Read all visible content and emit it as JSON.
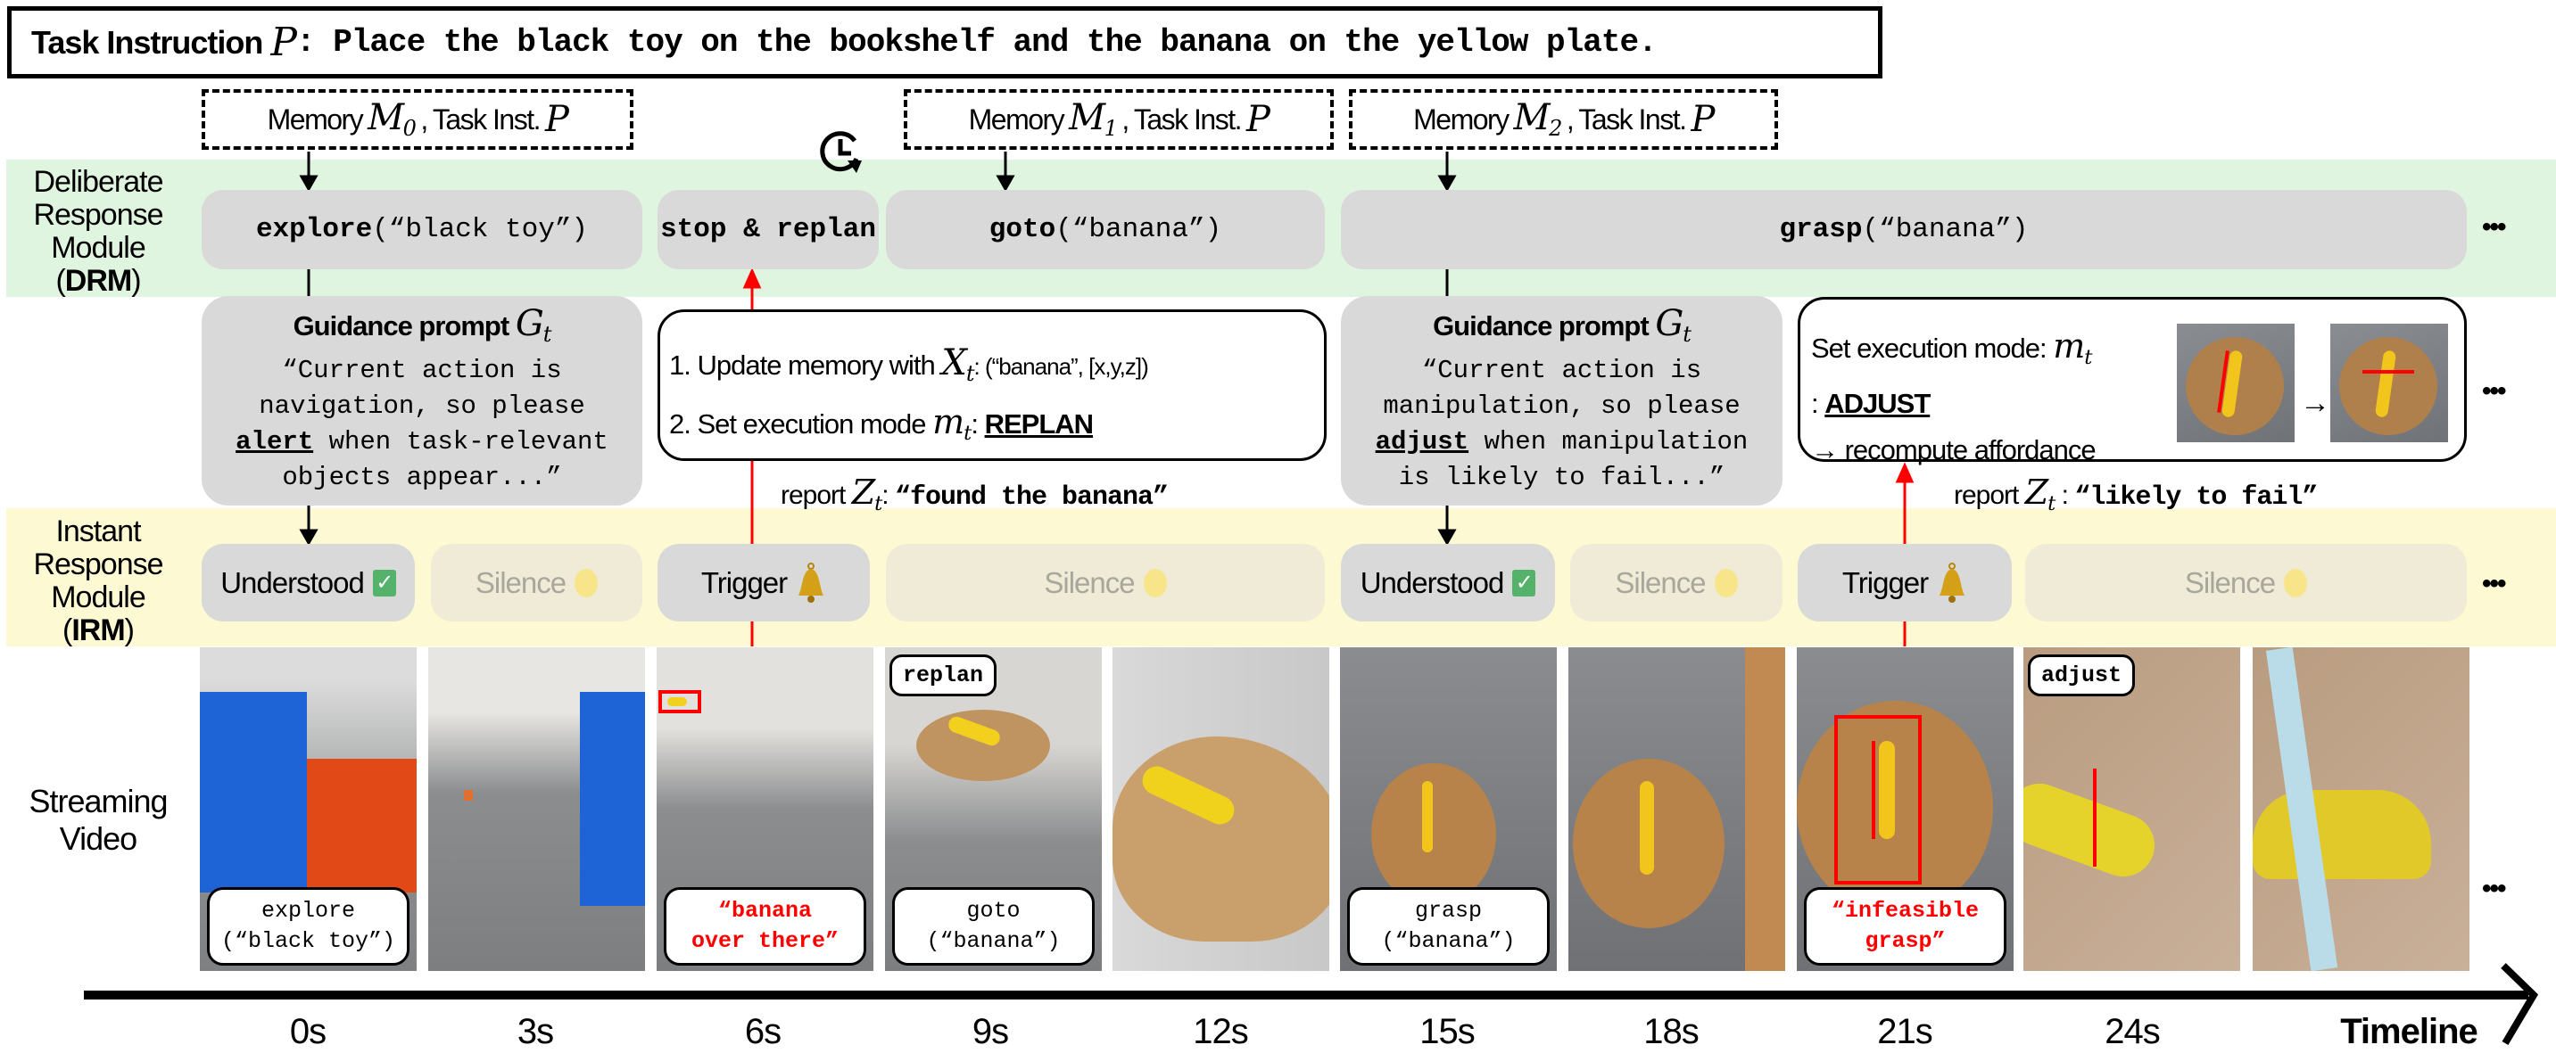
{
  "title": {
    "label": "Task Instruction",
    "symbol": "P",
    "text": ": Place the black toy on the bookshelf and the banana on the yellow plate."
  },
  "memory": [
    {
      "label": "Memory",
      "sym": "M",
      "sub": "0",
      "sep": ",",
      "task": "Task Inst.",
      "tsym": "P"
    },
    {
      "label": "Memory",
      "sym": "M",
      "sub": "1",
      "sep": ",",
      "task": "Task Inst.",
      "tsym": "P"
    },
    {
      "label": "Memory",
      "sym": "M",
      "sub": "2",
      "sep": ",",
      "task": "Task Inst.",
      "tsym": "P"
    }
  ],
  "rows": {
    "drm": {
      "l1": "Deliberate",
      "l2": "Response",
      "l3": "Module",
      "abbr": "DRM"
    },
    "irm": {
      "l1": "Instant",
      "l2": "Response",
      "l3": "Module",
      "abbr": "IRM"
    },
    "video": {
      "l1": "Streaming",
      "l2": "Video"
    }
  },
  "drm_actions": [
    {
      "fn": "explore",
      "arg": "(“black toy”)"
    },
    {
      "fn": "stop & replan",
      "arg": ""
    },
    {
      "fn": "goto",
      "arg": "(“banana”)"
    },
    {
      "fn": "grasp",
      "arg": "(“banana”)"
    }
  ],
  "guidance": [
    {
      "title": "Guidance prompt",
      "sym": "G",
      "sub": "t",
      "l1": "“Current action is",
      "l2": "navigation, so please",
      "kw": "alert",
      "l3": " when task-relevant",
      "l4": "objects appear...”"
    },
    {
      "title": "Guidance prompt",
      "sym": "G",
      "sub": "t",
      "l1": "“Current action is",
      "l2": "manipulation, so please",
      "kw": "adjust",
      "l3": " when manipulation",
      "l4": "is likely to fail...”"
    }
  ],
  "update_box": {
    "s1": "1. Update memory with",
    "x": "X",
    "xsub": "t",
    "s1b": ": (“banana”, [x,y,z])",
    "s2": "2. Set execution mode",
    "m": "m",
    "msub": "t",
    "colon": ":",
    "mode": "REPLAN"
  },
  "adjust_box": {
    "s1": "Set execution mode:",
    "m": "m",
    "msub": "t",
    "colon": ":",
    "mode": "ADJUST",
    "s2": "→ recompute affordance"
  },
  "reports": [
    {
      "label": "report",
      "sym": "Z",
      "sub": "t",
      "colon": ":",
      "text": "“found the banana”"
    },
    {
      "label": "report",
      "sym": "Z",
      "sub": "t",
      "colon": ":",
      "text": "“likely to fail”"
    }
  ],
  "irm": [
    "Understood",
    "Silence",
    "Trigger",
    "Silence",
    "Understood",
    "Silence",
    "Trigger",
    "Silence"
  ],
  "ellipsis": "•••",
  "frames": {
    "explore": {
      "l1": "explore",
      "l2": "(“black toy”)"
    },
    "banana": {
      "l1": "“banana",
      "l2": "over there”"
    },
    "replan": "replan",
    "goto": {
      "l1": "goto",
      "l2": "(“banana”)"
    },
    "grasp": {
      "l1": "grasp",
      "l2": "(“banana”)"
    },
    "infeasible": {
      "l1": "“infeasible",
      "l2": "grasp”"
    },
    "adjust": "adjust"
  },
  "timeline": {
    "ticks": [
      "0s",
      "3s",
      "6s",
      "9s",
      "12s",
      "15s",
      "18s",
      "21s",
      "24s"
    ],
    "label": "Timeline"
  },
  "colors": {
    "drm_band": "#dff5df",
    "irm_band": "#fdf9d3",
    "box": "#d9d9d9",
    "alert": "#ff0000"
  }
}
